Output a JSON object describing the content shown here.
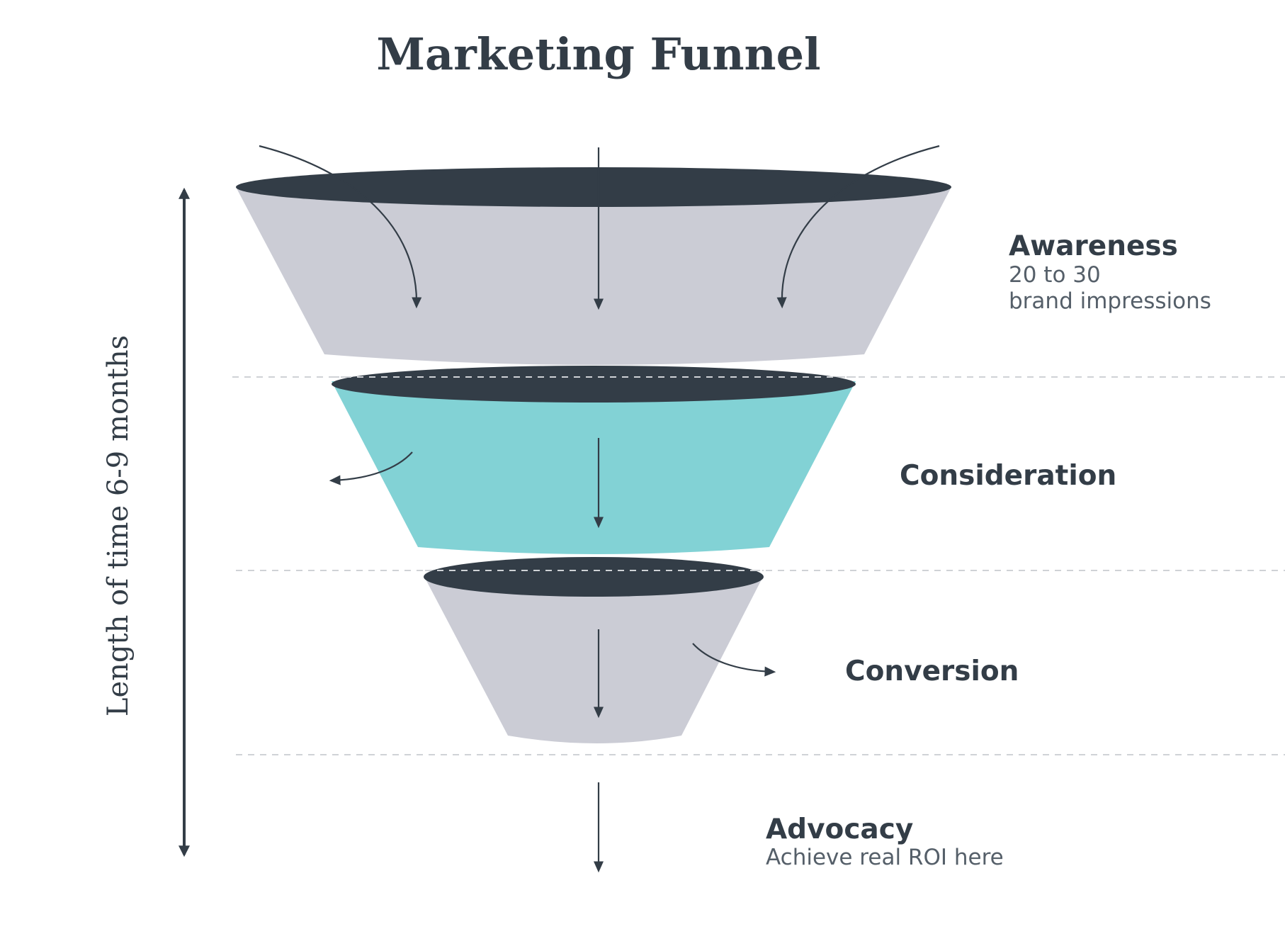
{
  "title": "Marketing Funnel",
  "time_label": "Length of time 6-9 months",
  "colors": {
    "dark": "#333d47",
    "gray_fill": "#cbccd5",
    "teal_fill": "#82d2d5",
    "divider": "#cfd2d6"
  },
  "stages": [
    {
      "name": "Awareness",
      "detail_line1": "20 to 30",
      "detail_line2": "brand impressions"
    },
    {
      "name": "Consideration"
    },
    {
      "name": "Conversion"
    },
    {
      "name": "Advocacy",
      "detail_line1": "Achieve real ROI here"
    }
  ]
}
